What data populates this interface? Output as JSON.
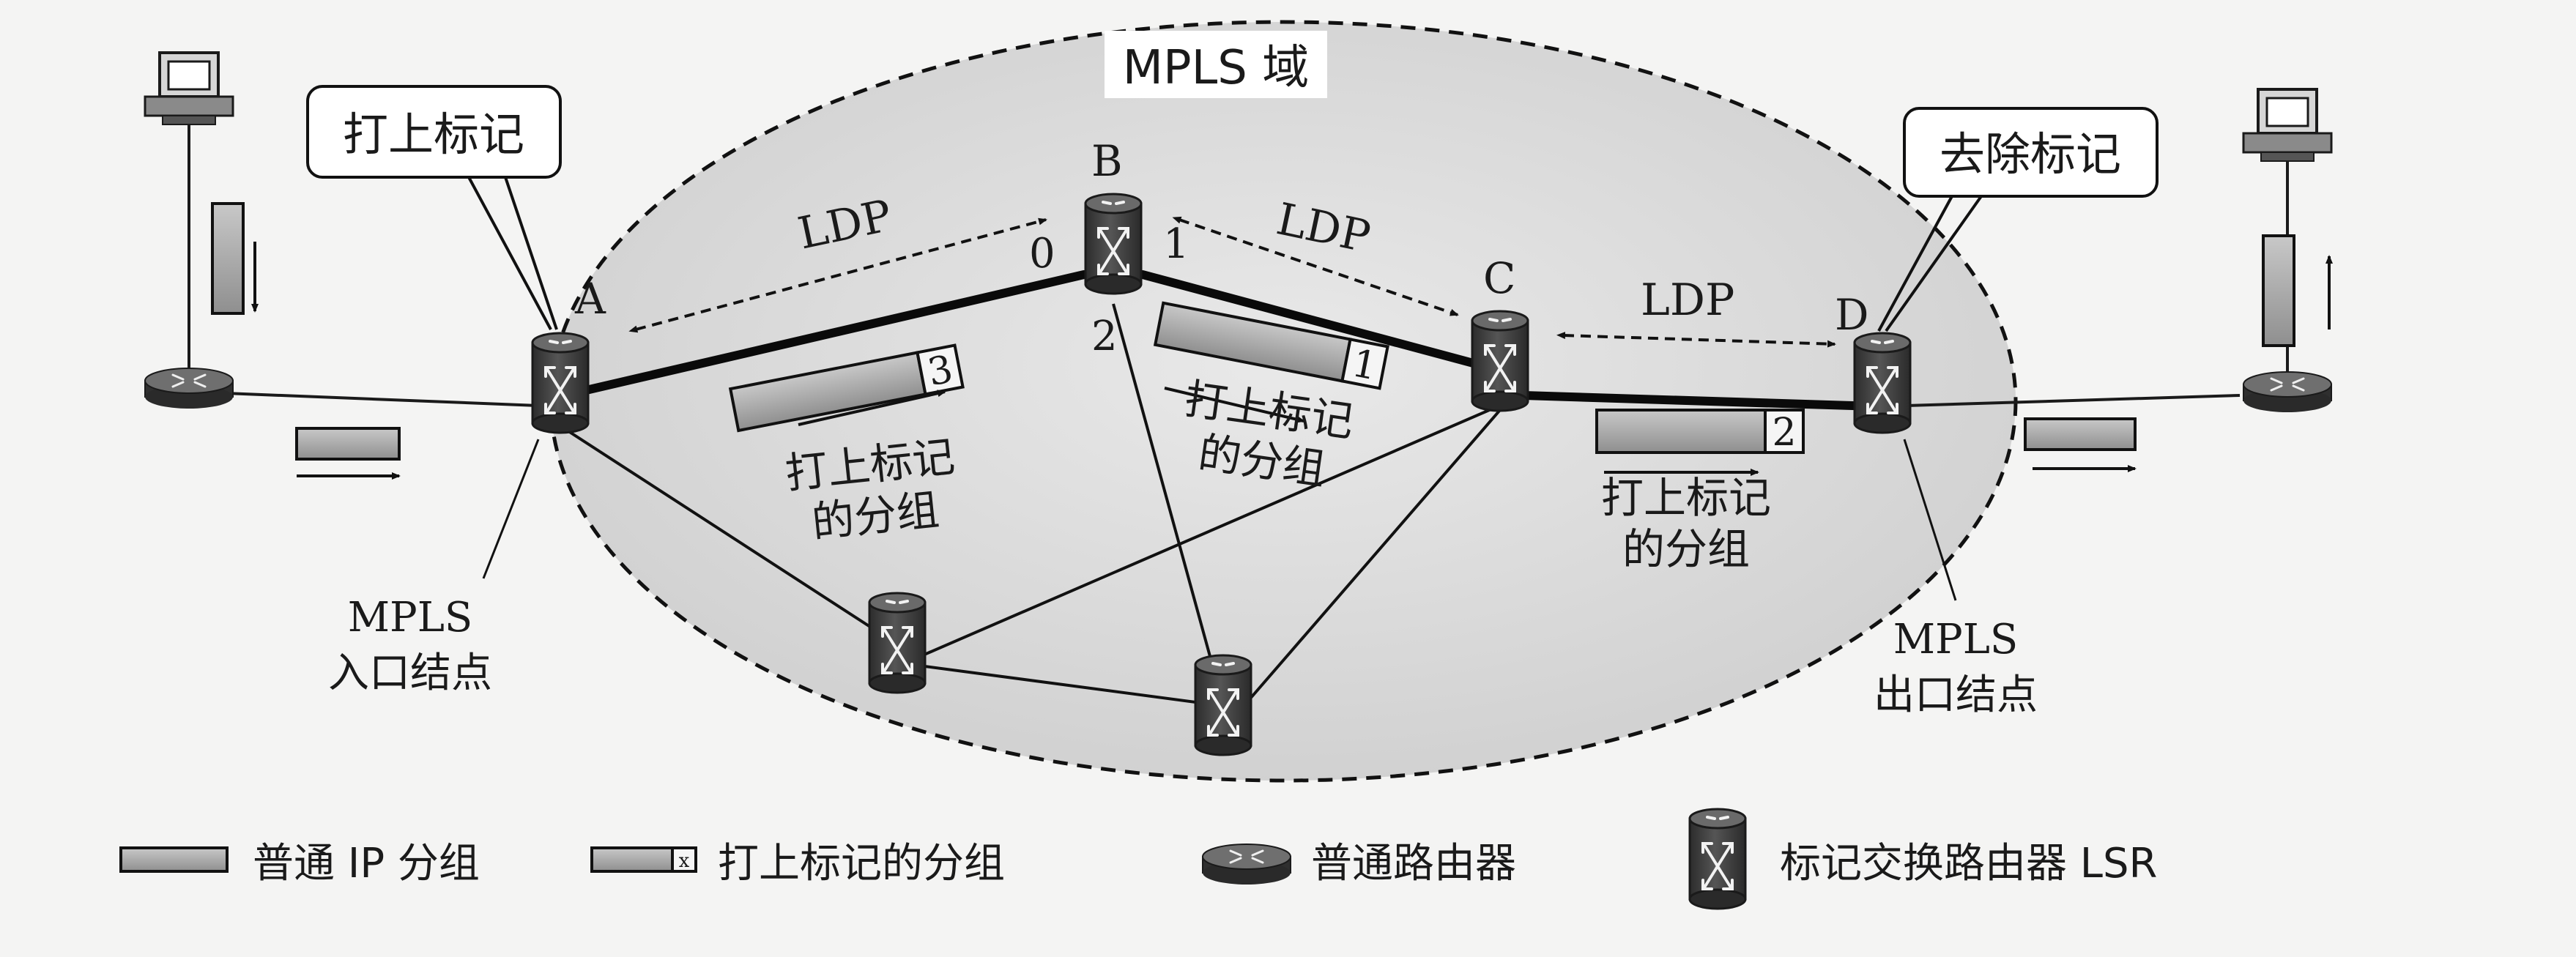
{
  "domain_title": "MPLS 域",
  "nodes": {
    "A": "A",
    "B": "B",
    "C": "C",
    "D": "D"
  },
  "ports": {
    "b0": "0",
    "b1": "1",
    "b2": "2"
  },
  "ldp": {
    "ab": "LDP",
    "bc": "LDP",
    "cd": "LDP"
  },
  "callouts": {
    "push": "打上标记",
    "pop": "去除标记"
  },
  "labeled_packet_caption": {
    "line1": "打上标记",
    "line2": "的分组"
  },
  "labels_in_packets": {
    "ab": "3",
    "bc": "1",
    "cd": "2"
  },
  "ingress": {
    "line1": "MPLS",
    "line2": "入口结点"
  },
  "egress": {
    "line1": "MPLS",
    "line2": "出口结点"
  },
  "legend": {
    "ip_packet": "普通 IP 分组",
    "labeled_packet": "打上标记的分组",
    "labeled_packet_mark": "x",
    "router": "普通路由器",
    "lsr": "标记交换路由器 LSR"
  },
  "colors": {
    "domain_fill": "#dcdcdc",
    "device_dark": "#3d3d3d",
    "packet_fill": "#a8a8a8"
  }
}
